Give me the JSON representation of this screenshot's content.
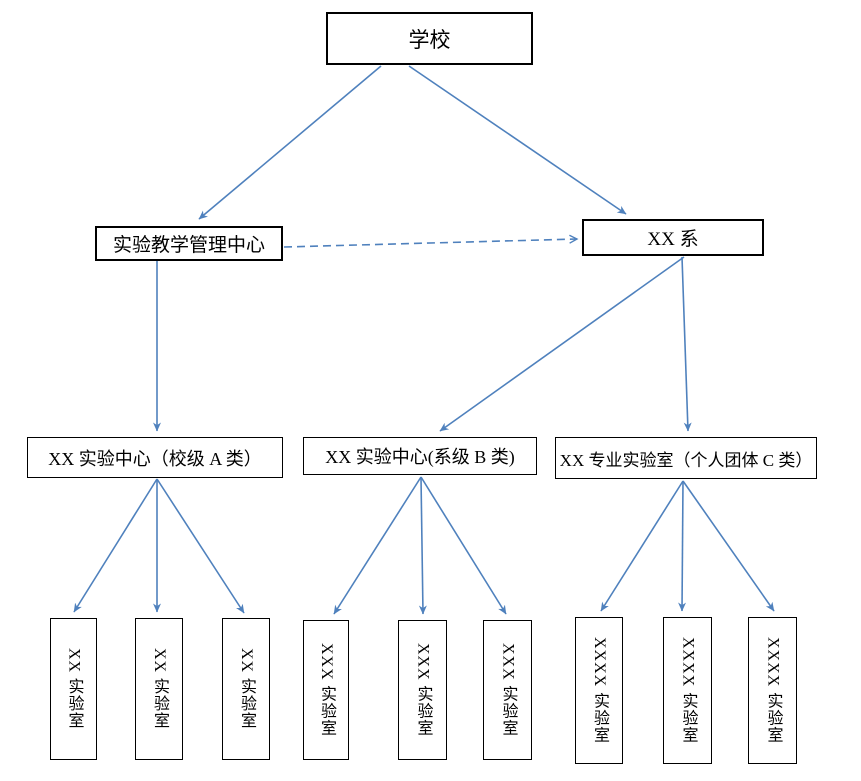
{
  "colors": {
    "connector": "#4f81bd",
    "box_border": "#000000",
    "canvas_bg": "#ffffff"
  },
  "nodes": {
    "school": {
      "label": "学校"
    },
    "mgmt_center": {
      "label": "实验教学管理中心"
    },
    "department": {
      "label": "XX 系"
    },
    "center_a": {
      "label": "XX 实验中心（校级 A 类）"
    },
    "center_b": {
      "label": "XX 实验中心(系级 B 类)"
    },
    "pro_lab_c": {
      "label": "XX 专业实验室（个人团体 C 类）"
    }
  },
  "labs": {
    "a": [
      {
        "label": "XX 实验室"
      },
      {
        "label": "XX 实验室"
      },
      {
        "label": "XX 实验室"
      }
    ],
    "b": [
      {
        "label": "XXX 实验室"
      },
      {
        "label": "XXX 实验室"
      },
      {
        "label": "XXX 实验室"
      }
    ],
    "c": [
      {
        "label": "XXXX 实验室"
      },
      {
        "label": "XXXX 实验室"
      },
      {
        "label": "XXXX 实验室"
      }
    ]
  }
}
